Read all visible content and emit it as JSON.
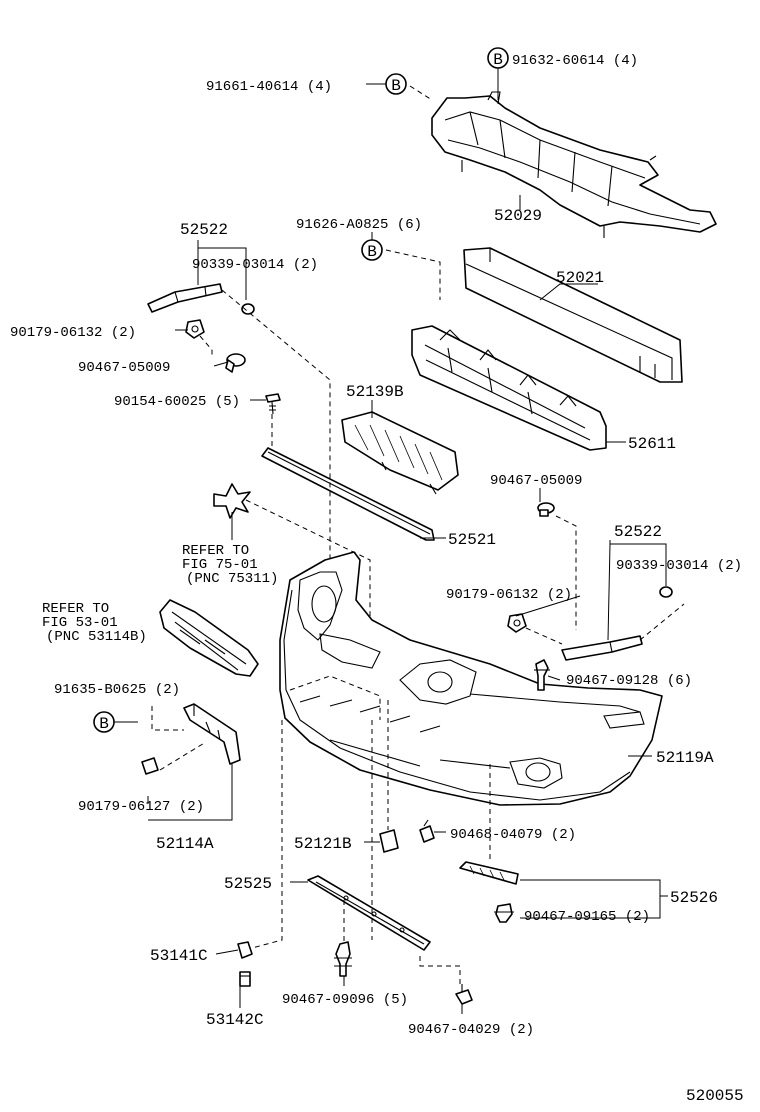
{
  "callouts": {
    "b_marker": "B",
    "p_91661_40614": "91661-40614 (4)",
    "p_91632_60614": "91632-60614 (4)",
    "p_52029": "52029",
    "p_91626_A0825": "91626-A0825 (6)",
    "p_52021": "52021",
    "p_52522_left": "52522",
    "p_90339_03014_left": "90339-03014 (2)",
    "p_90179_06132_left": "90179-06132 (2)",
    "p_90467_05009_left": "90467-05009",
    "p_52611": "52611",
    "p_90154_60025": "90154-60025 (5)",
    "p_52139B": "52139B",
    "p_52521": "52521",
    "p_90467_05009_right": "90467-05009",
    "p_52522_right": "52522",
    "p_90339_03014_right": "90339-03014 (2)",
    "p_90179_06132_right": "90179-06132 (2)",
    "p_90467_09128": "90467-09128 (6)",
    "p_52119A": "52119A",
    "p_91635_B0625": "91635-B0625 (2)",
    "p_90179_06127": "90179-06127 (2)",
    "p_52114A": "52114A",
    "p_52121B": "52121B",
    "p_90468_04079": "90468-04079 (2)",
    "p_52526": "52526",
    "p_90467_09165": "90467-09165 (2)",
    "p_52525": "52525",
    "p_53141C": "53141C",
    "p_53142C": "53142C",
    "p_90467_09096": "90467-09096 (5)",
    "p_90467_04029": "90467-04029 (2)"
  },
  "refers": {
    "fig75_line1": "REFER TO",
    "fig75_line2": "FIG 75-01",
    "fig75_line3": "(PNC 75311)",
    "fig53_line1": "REFER TO",
    "fig53_line2": "FIG 53-01",
    "fig53_line3": "(PNC 53114B)"
  },
  "figure_code": "520055"
}
